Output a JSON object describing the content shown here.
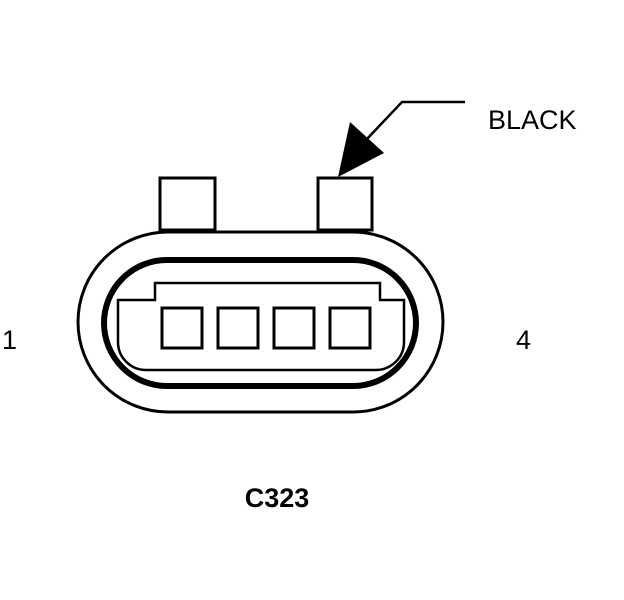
{
  "connector": {
    "color_label": "BLACK",
    "pin_left": "1",
    "pin_right": "4",
    "name": "C323"
  },
  "colors": {
    "stroke": "#000000",
    "background": "#ffffff"
  }
}
